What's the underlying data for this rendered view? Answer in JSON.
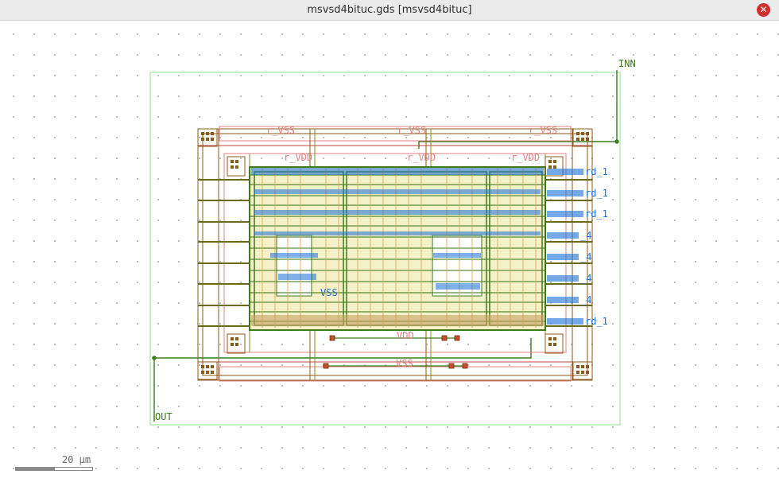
{
  "window": {
    "title": "msvsd4bituc.gds [msvsd4bituc]",
    "close_glyph": "✕"
  },
  "layout": {
    "pins": {
      "input": "INN",
      "output": "OUT"
    },
    "power_rail_labels": [
      "r_VSS",
      "r_VSS",
      "r_VSS",
      "r_VDD",
      "r_VDD",
      "r_VDD"
    ],
    "net_labels": [
      "VDD",
      "VSS",
      "VSS"
    ],
    "right_side_labels": [
      "rd_1",
      "rd_1",
      "rd_1",
      "_4",
      "_4",
      "_4",
      "_4",
      "rd_1"
    ],
    "colors": {
      "boundary": "#90e090",
      "metal_green": "#3d7a1a",
      "metal_olive": "#8a8a2a",
      "metal_brown": "#8a5a1a",
      "poly_pink": "#e08080",
      "label_blue": "#1a6fd8",
      "via_red": "#c8502a"
    }
  },
  "scale": {
    "label": "20 µm"
  }
}
